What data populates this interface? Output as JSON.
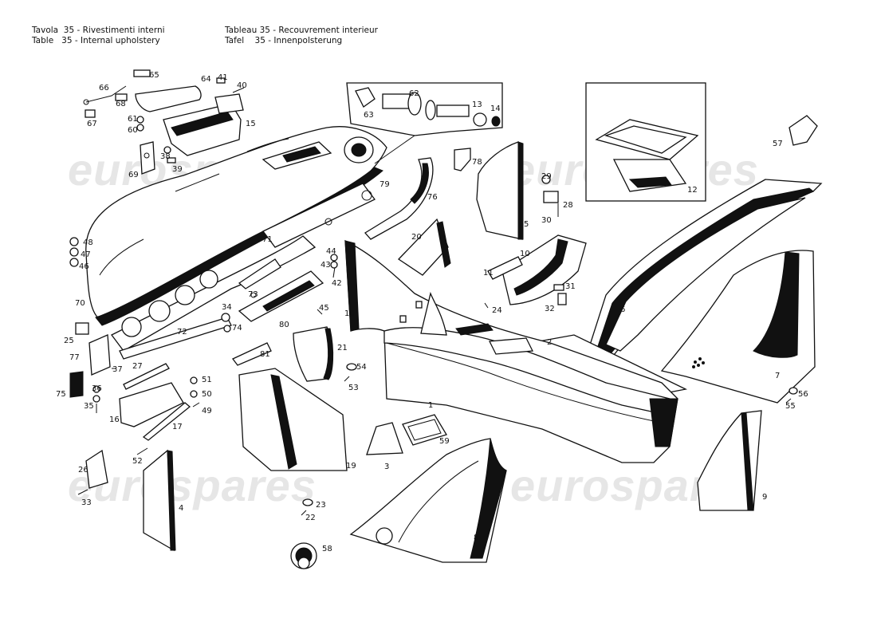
{
  "header": {
    "line1_left": "Tavola  35 - Rivestimenti interni",
    "line2_left": "Table   35 - Internal upholstery",
    "line1_right": "Tableau 35 - Recouvrement interieur",
    "line2_right": "Tafel    35 - Innenpolsterung"
  },
  "watermark": "eurospares",
  "callouts": [
    "1",
    "2",
    "3",
    "4",
    "5",
    "6",
    "7",
    "8",
    "9",
    "10",
    "11",
    "12",
    "13",
    "14",
    "15",
    "16",
    "17",
    "18",
    "19",
    "20",
    "21",
    "22",
    "23",
    "24",
    "25",
    "26",
    "27",
    "28",
    "29",
    "30",
    "31",
    "32",
    "33",
    "34",
    "35",
    "36",
    "37",
    "38",
    "39",
    "40",
    "41",
    "42",
    "43",
    "44",
    "45",
    "46",
    "47",
    "48",
    "49",
    "50",
    "51",
    "52",
    "53",
    "54",
    "55",
    "56",
    "57",
    "58",
    "59",
    "60",
    "61",
    "62",
    "63",
    "64",
    "65",
    "66",
    "67",
    "68",
    "69",
    "70",
    "71",
    "72",
    "73",
    "74",
    "75",
    "76",
    "77",
    "78",
    "79",
    "80",
    "81"
  ]
}
